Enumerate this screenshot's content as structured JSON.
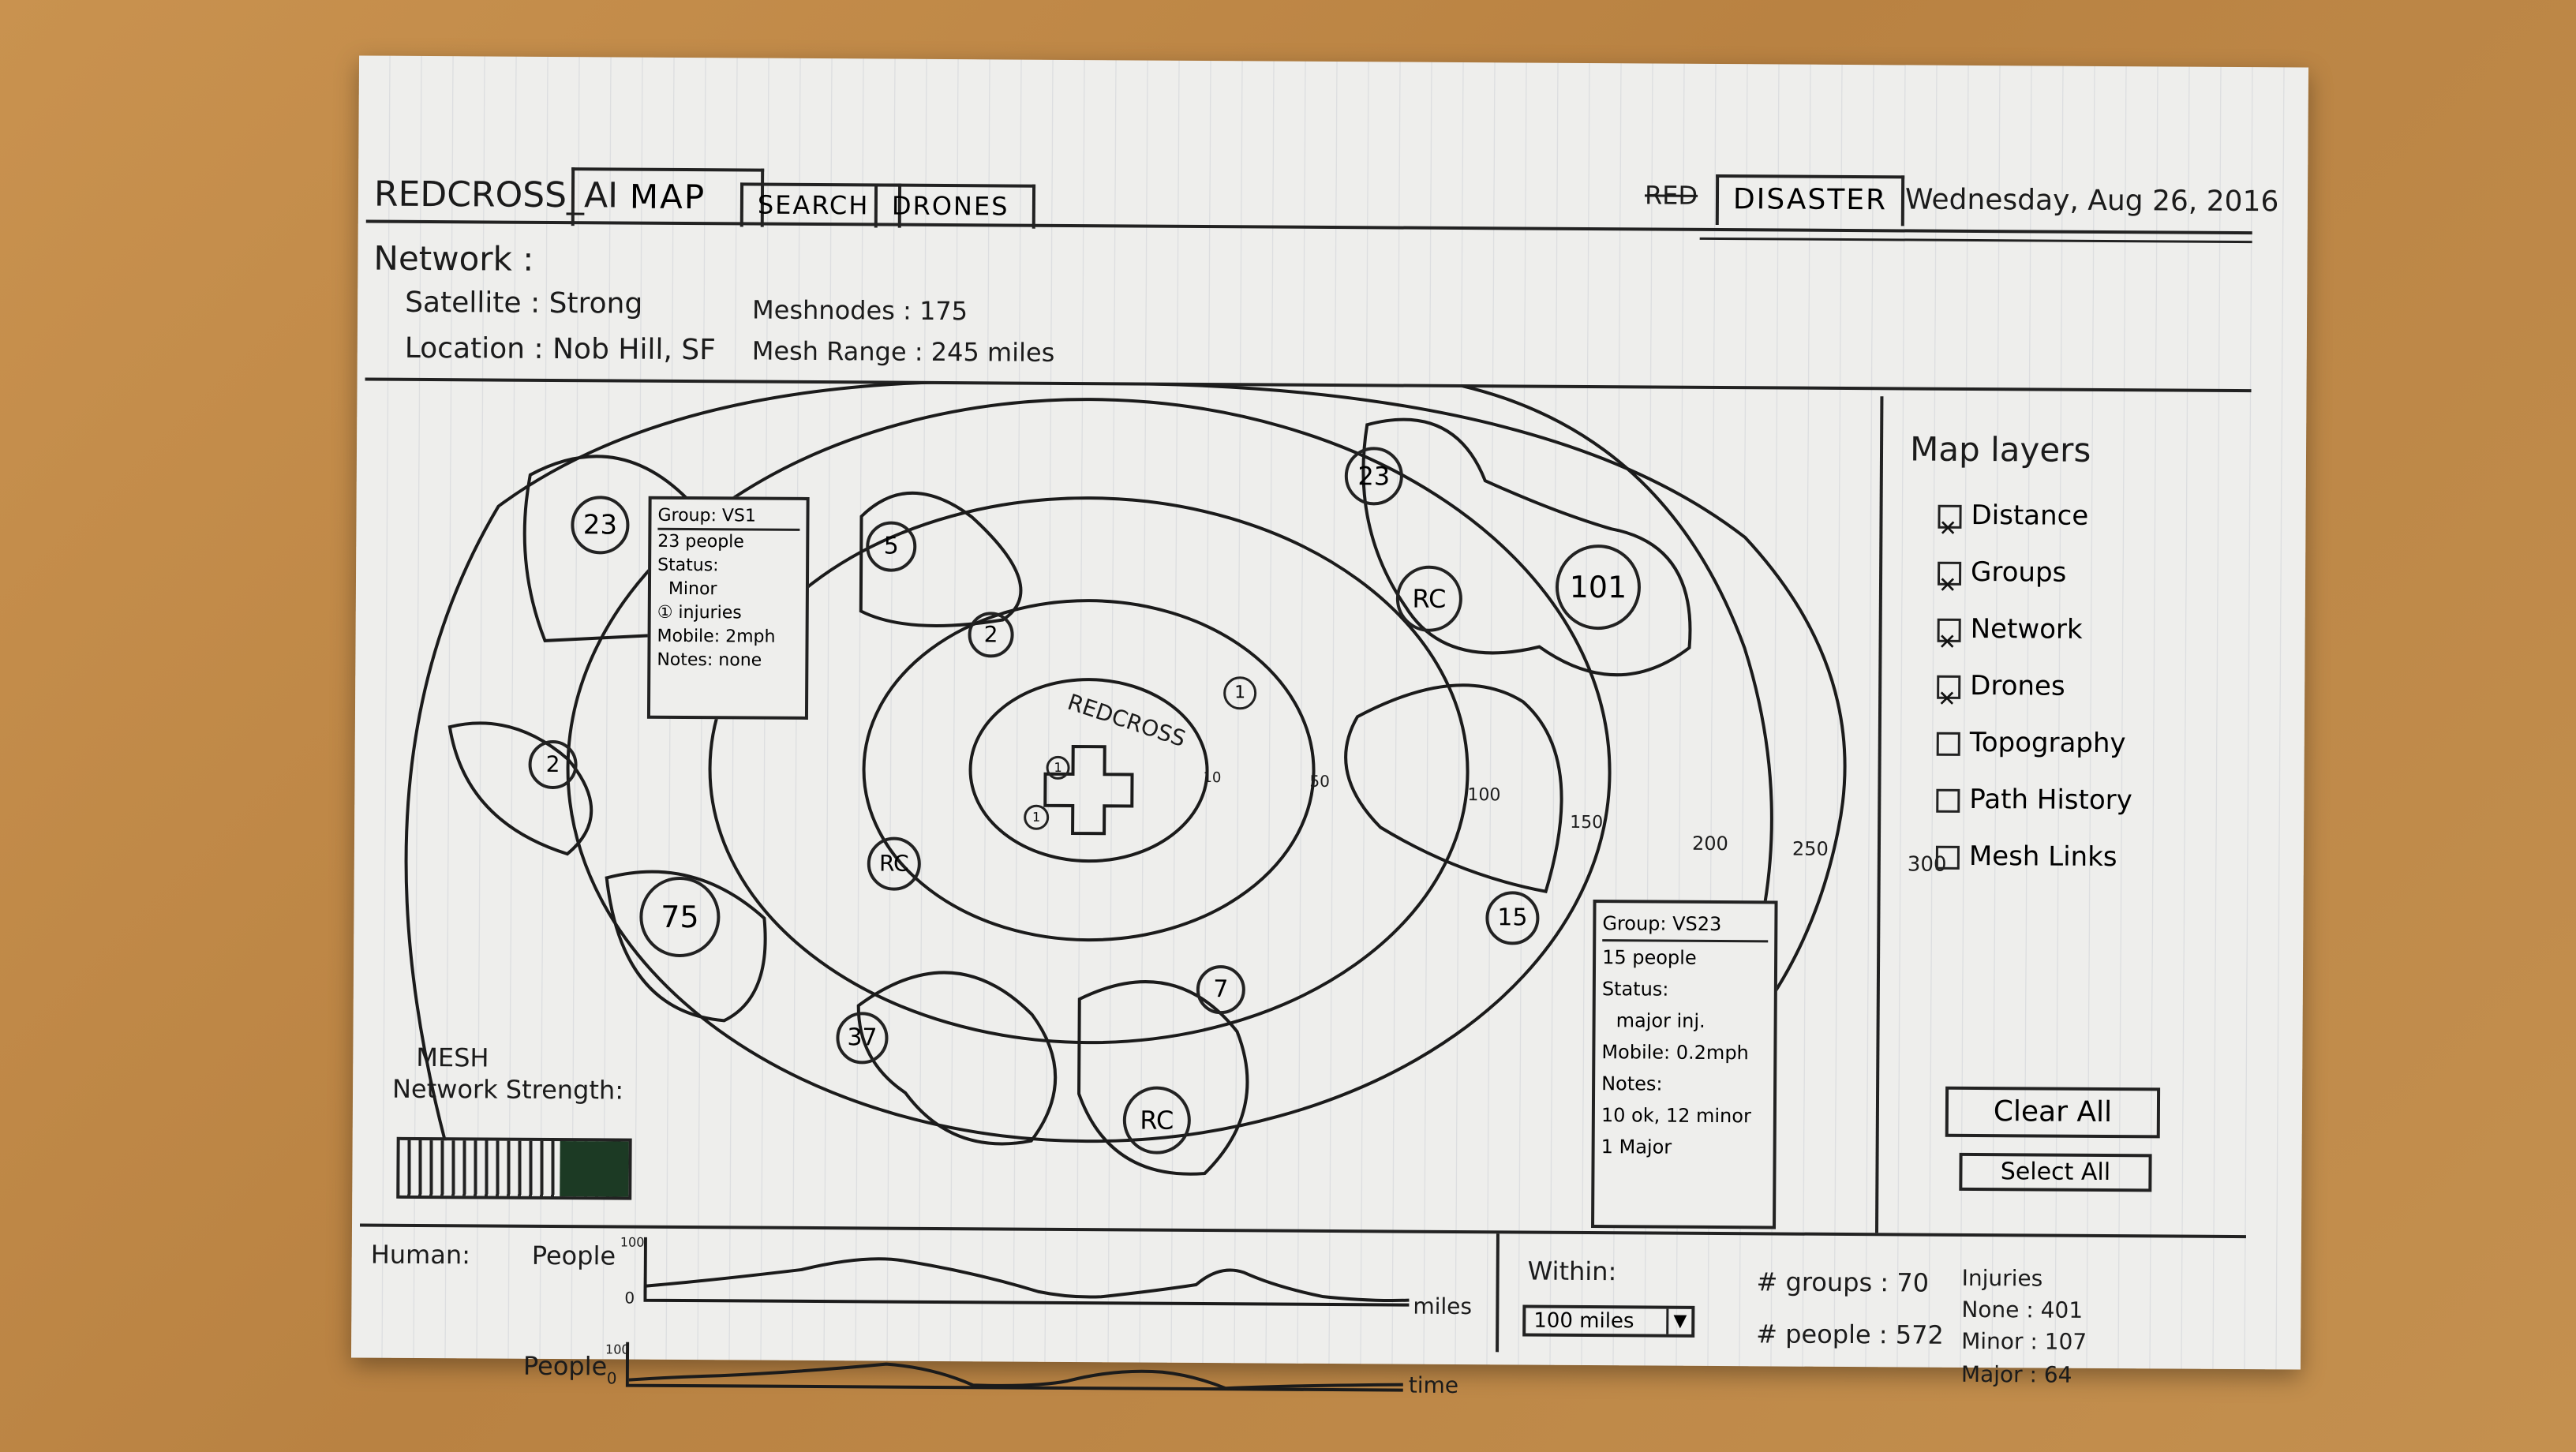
{
  "app": {
    "name": "REDCROSS_AI",
    "tabs": [
      "MAP",
      "SEARCH",
      "DRONES"
    ],
    "mode_struck": "RED",
    "mode": "DISASTER",
    "date": "Wednesday, Aug 26, 2016"
  },
  "network": {
    "title": "Network :",
    "satellite": "Satellite : Strong",
    "location": "Location : Nob Hill, SF",
    "meshnodes": "Meshnodes : 175",
    "mesh_range": "Mesh Range : 245 miles"
  },
  "map": {
    "center_label": "REDCROSS",
    "ring_labels": [
      "10",
      "50",
      "100",
      "150",
      "200",
      "250",
      "300"
    ],
    "nodes": [
      {
        "label": "23"
      },
      {
        "label": "5"
      },
      {
        "label": "2"
      },
      {
        "label": "1"
      },
      {
        "label": "RC"
      },
      {
        "label": "101"
      },
      {
        "label": "23"
      },
      {
        "label": "2"
      },
      {
        "label": "RC"
      },
      {
        "label": "75"
      },
      {
        "label": "37"
      },
      {
        "label": "7"
      },
      {
        "label": "RC"
      },
      {
        "label": "15"
      },
      {
        "label": "1"
      },
      {
        "label": "1"
      }
    ],
    "popup1": {
      "title": "Group: VS1",
      "lines": [
        "23 people",
        "Status:",
        "Minor",
        "① injuries",
        "Mobile: 2mph",
        "Notes: none"
      ]
    },
    "popup2": {
      "title": "Group: VS23",
      "lines": [
        "15 people",
        "Status:",
        "major inj.",
        "Mobile: 0.2mph",
        "Notes:",
        "10 ok, 12 minor",
        "1 Major"
      ]
    }
  },
  "mesh": {
    "label_line1": "MESH",
    "label_line2": "Network Strength:",
    "strength_pct": 0.3
  },
  "layers": {
    "title": "Map layers",
    "items": [
      {
        "label": "Distance",
        "checked": true
      },
      {
        "label": "Groups",
        "checked": true
      },
      {
        "label": "Network",
        "checked": true
      },
      {
        "label": "Drones",
        "checked": true
      },
      {
        "label": "Topography",
        "checked": false
      },
      {
        "label": "Path History",
        "checked": false
      },
      {
        "label": "Mesh Links",
        "checked": false
      }
    ],
    "clear_all": "Clear All",
    "select_all": "Select All"
  },
  "human": {
    "label": "Human:",
    "chart1": {
      "ylabel": "People",
      "ymax": "100",
      "ymin": "0",
      "xlabel": "miles"
    },
    "chart2": {
      "ylabel": "People",
      "ymax": "100",
      "ymin": "0",
      "xlabel": "time"
    }
  },
  "stats": {
    "within_label": "Within:",
    "within_value": "100 miles",
    "groups": "# groups : 70",
    "people": "# people : 572",
    "injuries_title": "Injuries",
    "none": "None : 401",
    "minor": "Minor : 107",
    "major": "Major : 64"
  },
  "colors": {
    "ink": "#1b1b1b",
    "paper": "#eeeeec",
    "desk": "#c18a48"
  }
}
